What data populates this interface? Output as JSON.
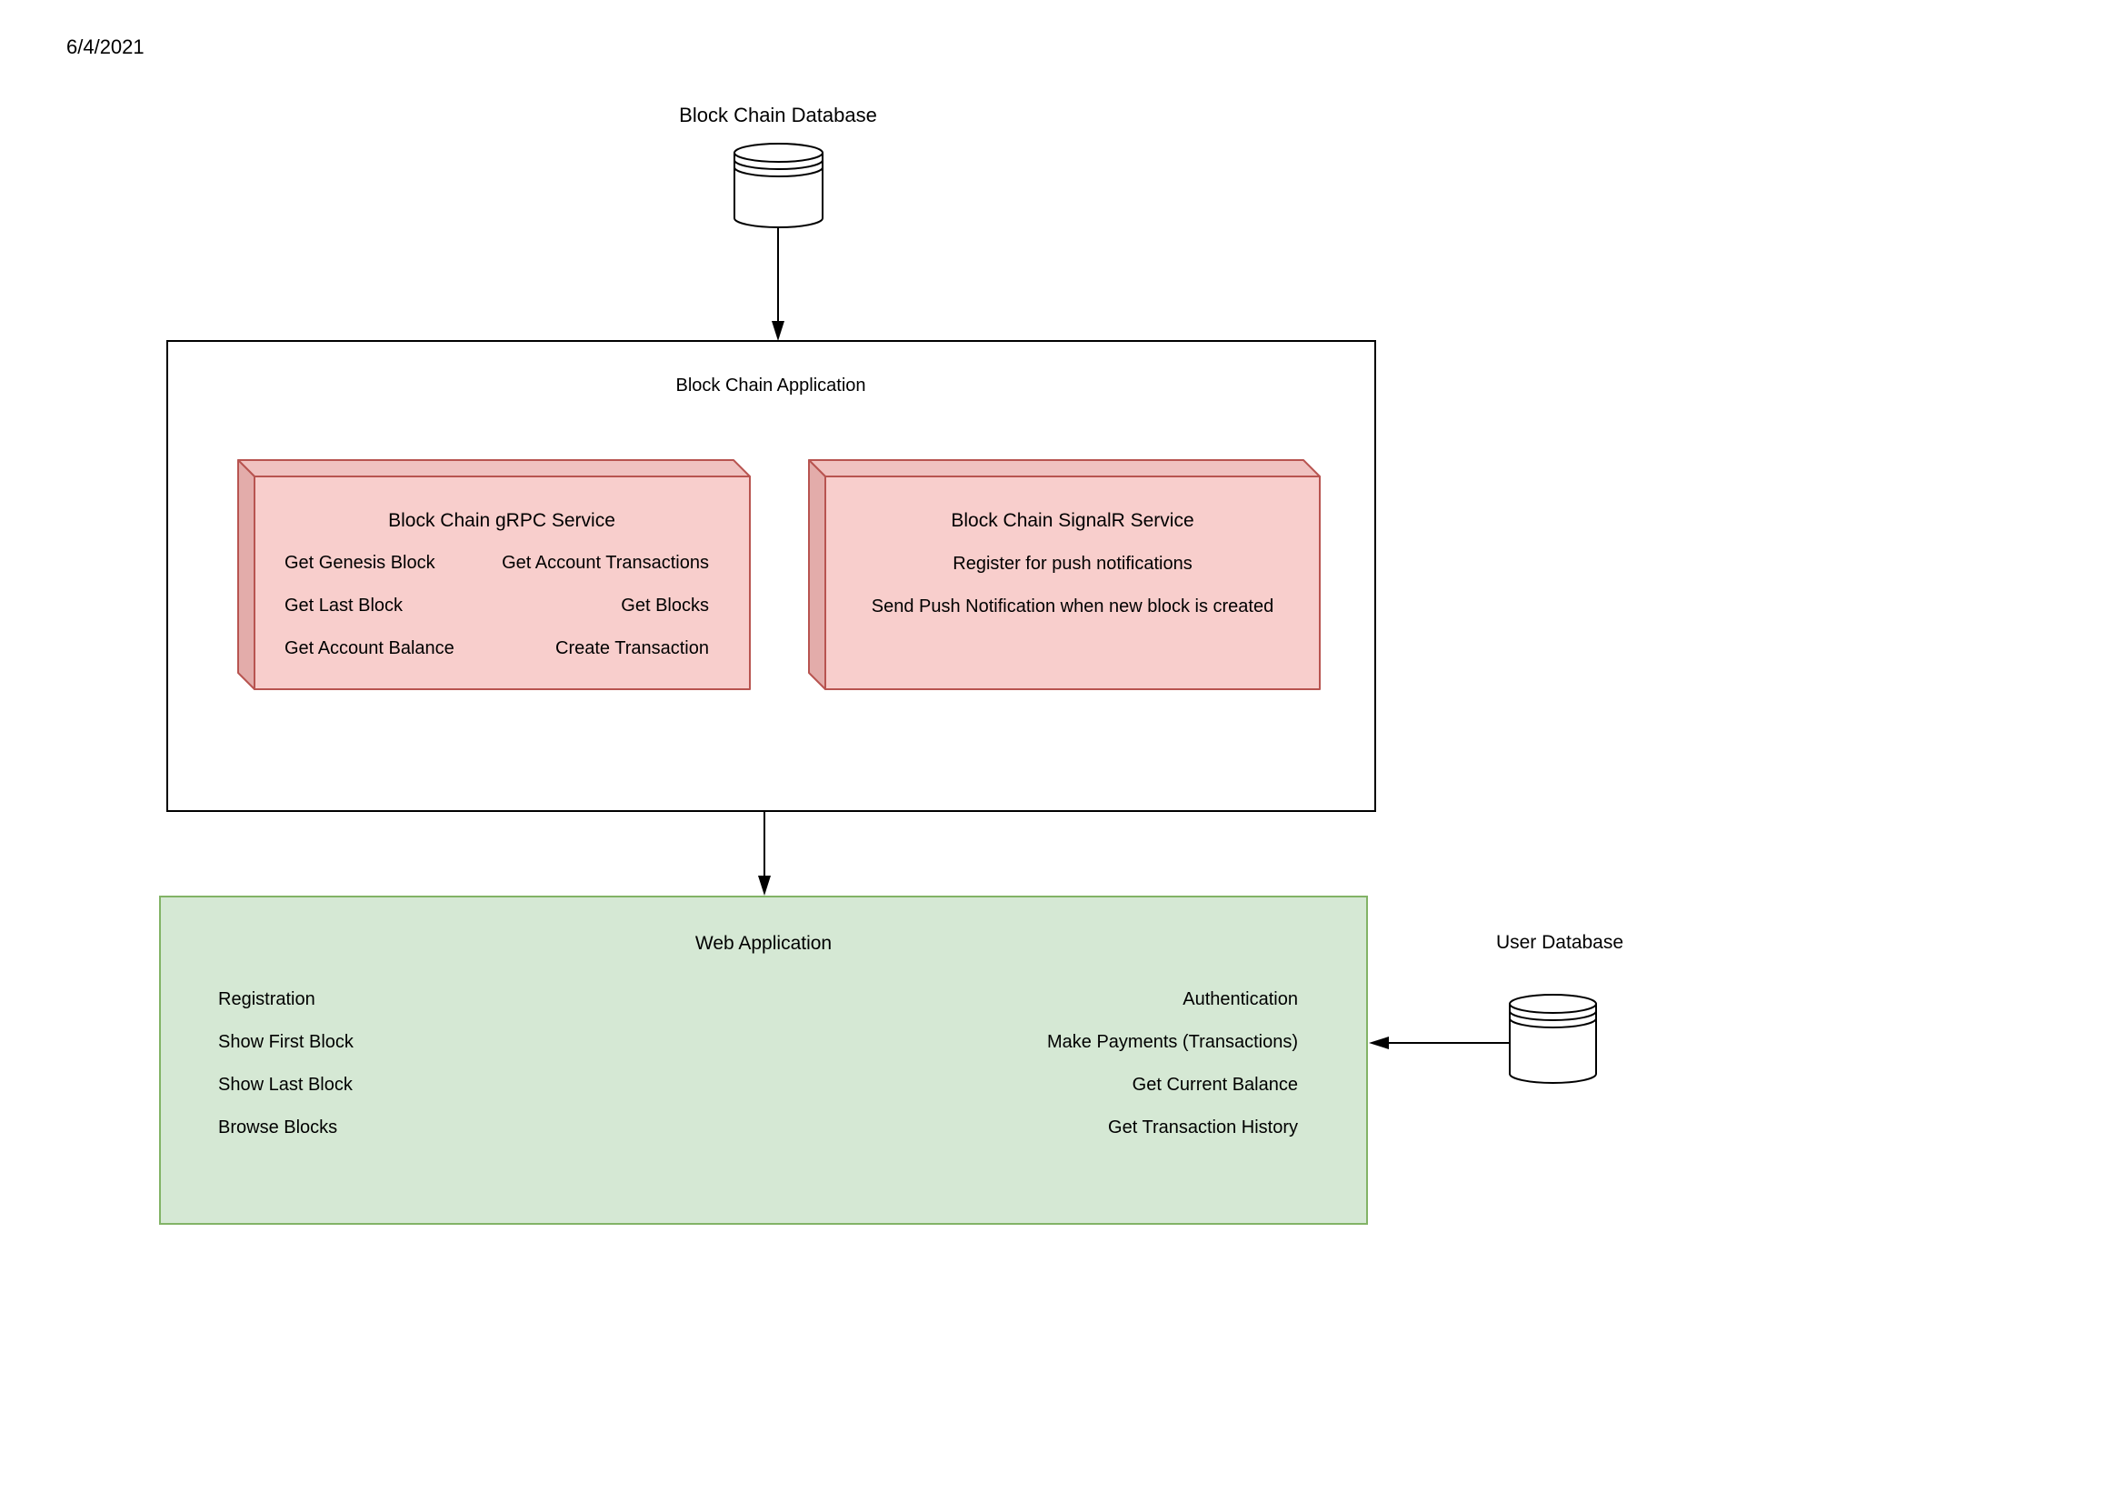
{
  "page": {
    "date": "6/4/2021"
  },
  "colors": {
    "line": "#000000",
    "shape_fill": "#ffffff",
    "service_fill": "#f8cecc",
    "service_fill_top": "#f0c2c0",
    "service_fill_side": "#e3acaa",
    "service_stroke": "#b85450",
    "web_fill": "#d5e8d4",
    "web_stroke": "#82b366"
  },
  "blockchain_database": {
    "label": "Block Chain Database"
  },
  "blockchain_application": {
    "label": "Block Chain Application",
    "grpc_service": {
      "title": "Block Chain gRPC Service",
      "items_left": [
        "Get Genesis Block",
        "Get Last Block",
        "Get Account Balance"
      ],
      "items_right": [
        "Get Account Transactions",
        "Get Blocks",
        "Create Transaction"
      ]
    },
    "signalr_service": {
      "title": "Block Chain SignalR Service",
      "items": [
        "Register for push notifications",
        "Send Push Notification when new block is created"
      ]
    }
  },
  "web_application": {
    "title": "Web Application",
    "items_left": [
      "Registration",
      "Show First Block",
      "Show Last Block",
      "Browse Blocks"
    ],
    "items_right": [
      "Authentication",
      "Make Payments (Transactions)",
      "Get Current Balance",
      "Get Transaction History"
    ]
  },
  "user_database": {
    "label": "User Database"
  }
}
